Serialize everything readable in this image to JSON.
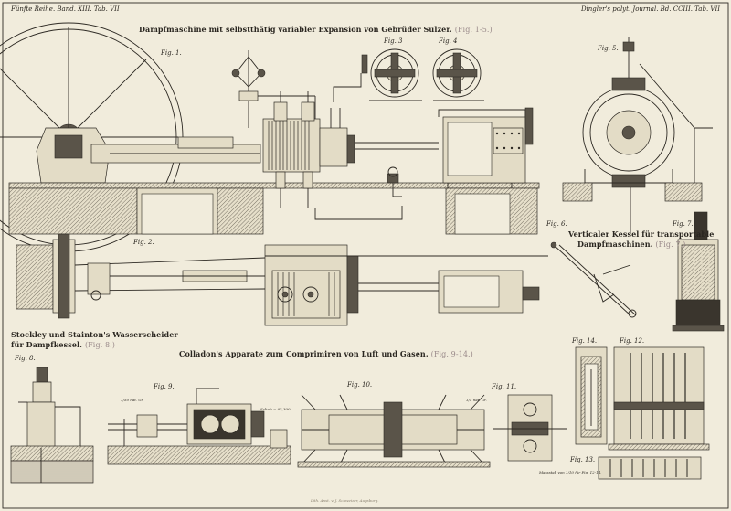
{
  "header": {
    "left": "Fünfte Reihe. Band. XIII. Tab. VII",
    "right": "Dingler's polyt. Journal. Bd. CCIII. Tab. VII"
  },
  "titles": {
    "sulzer": "Dampfmaschine mit selbstthätig variabler Expansion von Gebrüder Sulzer.",
    "sulzer_ref": "(Fig. 1-5.)",
    "kessel_l1": "Verticaler Kessel für transportable",
    "kessel_l2": "Dampfmaschinen.",
    "kessel_ref": "(Fig. 7.)",
    "stockley_l1": "Stockley und Stainton's Wasserscheider",
    "stockley_l2": "für Dampfkessel.",
    "stockley_ref": "(Fig. 8.)",
    "colladon": "Colladon's Apparate zum Comprimiren von Luft und Gasen.",
    "colladon_ref": "(Fig. 9-14.)"
  },
  "figures": {
    "f1": "Fig. 1.",
    "f2": "Fig. 2.",
    "f3": "Fig. 3",
    "f4": "Fig. 4",
    "f5": "Fig. 5.",
    "f6": "Fig. 6.",
    "f7": "Fig. 7.",
    "f8": "Fig. 8.",
    "f9": "Fig. 9.",
    "f10": "Fig. 10.",
    "f11": "Fig. 11.",
    "f12": "Fig. 12.",
    "f13": "Fig. 13.",
    "f14": "Fig. 14."
  },
  "notes": {
    "scale9": "1/50 nat. Gr.",
    "scale11": "1/5 nat. Gr.",
    "scale_mid": "Schub = 0ᵐ,300",
    "scale13": "Massstab von 1/10 für Fig. 12-14."
  },
  "footer": "Lith. Anst. v. J. Schweizer, Augsburg."
}
